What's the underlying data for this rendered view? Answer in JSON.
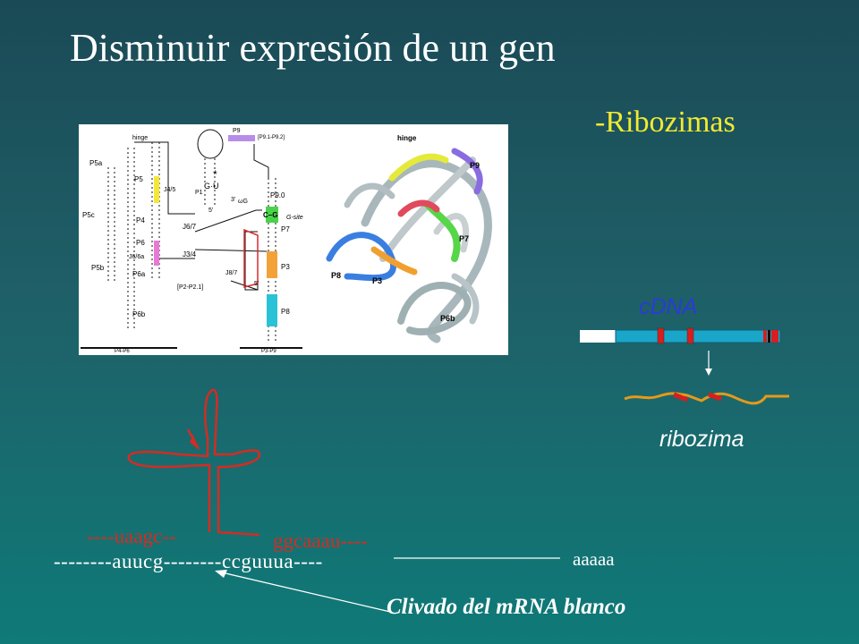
{
  "slide": {
    "title": "Disminuir expresión de un gen",
    "subtitle": "-Ribozimas"
  },
  "figure": {
    "labels": {
      "hinge_left": "hinge",
      "hinge_right": "hinge",
      "p5a": "P5a",
      "p5": "P5",
      "j45": "J4/5",
      "p5c": "P5c",
      "p4": "P4",
      "p6": "P6",
      "j66a": "J6/6a",
      "p6a": "P6a",
      "p5b": "P5b",
      "p6b_left": "P6b",
      "p1": "P1",
      "gu": "G·U",
      "three_prime": "3'",
      "omega_g": "ωG",
      "five_prime": "5'",
      "j67": "J6/7",
      "j34": "J3/4",
      "p2p21": "[P2-P2.1]",
      "p9_left": "P9",
      "p91p92": "[P9.1-P9.2]",
      "p90": "P9.0",
      "cg": "C–G",
      "gsite": "G-site",
      "p7_left": "P7",
      "j87": "J8/7",
      "p3_left": "P3",
      "p8_left": "P8",
      "five_prime_b": "5'",
      "p4p6": "P4-P6",
      "p3p9": "P3-P9",
      "p9_right": "P9",
      "p7_right": "P7",
      "p8_right": "P8",
      "p3_right": "P3",
      "p6b_right": "P6b"
    }
  },
  "cdna": {
    "label": "cDNA",
    "colors": {
      "bar": "#1aa6c8",
      "segment": "#d81e1e",
      "white_end": "#ffffff"
    }
  },
  "ribozima": {
    "label": "ribozima",
    "colors": {
      "strand": "#e39a1c",
      "segment": "#d81e1e"
    }
  },
  "sequence": {
    "ribozyme_left": "----uaagc--",
    "ribozyme_right": "ggcaaau----",
    "mrna": "--------auucg--------ccguuua----",
    "polya": "aaaaa",
    "cleavage_label": "Clivado del mRNA blanco"
  }
}
